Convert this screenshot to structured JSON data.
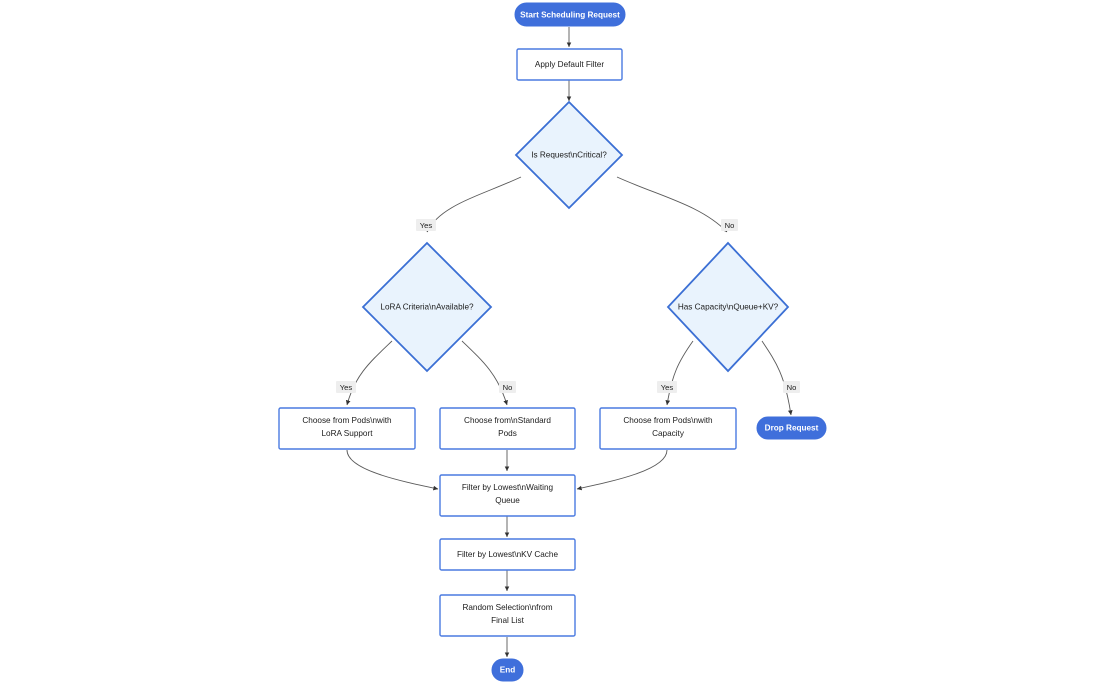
{
  "diagram": {
    "type": "flowchart",
    "title": "Scheduling Request Flowchart",
    "orientation": "top-down",
    "colors": {
      "start_end_fill": "#3f6fdb",
      "start_end_text": "#ffffff",
      "process_fill": "#ffffff",
      "process_border": "#4a7ae0",
      "decision_fill": "#e9f3fd",
      "decision_border": "#3b6fd4",
      "edge_stroke": "#5a5a5a",
      "edge_label_bg": "#eeeeee",
      "text": "#1b1b1b",
      "canvas": "#ffffff"
    },
    "nodes": [
      {
        "id": "start",
        "shape": "pill",
        "label": "Start Scheduling Request",
        "lines": [
          "Start Scheduling Request"
        ]
      },
      {
        "id": "default",
        "shape": "rect",
        "label": "Apply Default Filter",
        "lines": [
          "Apply Default Filter"
        ]
      },
      {
        "id": "critical",
        "shape": "diamond",
        "label": "Is Request\\nCritical?",
        "lines": [
          "Is Request\\nCritical?"
        ]
      },
      {
        "id": "lora",
        "shape": "diamond",
        "label": "LoRA Criteria\\nAvailable?",
        "lines": [
          "LoRA Criteria\\nAvailable?"
        ]
      },
      {
        "id": "capacity",
        "shape": "diamond",
        "label": "Has Capacity\\nQueue+KV?",
        "lines": [
          "Has Capacity\\nQueue+KV?"
        ]
      },
      {
        "id": "pods_lora",
        "shape": "rect",
        "label": "Choose from Pods\\nwith LoRA Support",
        "lines": [
          "Choose from Pods\\nwith",
          "LoRA Support"
        ]
      },
      {
        "id": "pods_std",
        "shape": "rect",
        "label": "Choose from\\nStandard Pods",
        "lines": [
          "Choose from\\nStandard",
          "Pods"
        ]
      },
      {
        "id": "pods_cap",
        "shape": "rect",
        "label": "Choose from Pods\\nwith Capacity",
        "lines": [
          "Choose from Pods\\nwith",
          "Capacity"
        ]
      },
      {
        "id": "drop",
        "shape": "pill",
        "label": "Drop Request",
        "lines": [
          "Drop Request"
        ]
      },
      {
        "id": "filter_queue",
        "shape": "rect",
        "label": "Filter by Lowest\\nWaiting Queue",
        "lines": [
          "Filter by Lowest\\nWaiting",
          "Queue"
        ]
      },
      {
        "id": "filter_kv",
        "shape": "rect",
        "label": "Filter by Lowest\\nKV Cache",
        "lines": [
          "Filter by Lowest\\nKV Cache"
        ]
      },
      {
        "id": "random",
        "shape": "rect",
        "label": "Random Selection\\nfrom Final List",
        "lines": [
          "Random Selection\\nfrom",
          "Final List"
        ]
      },
      {
        "id": "end",
        "shape": "pill",
        "label": "End",
        "lines": [
          "End"
        ]
      }
    ],
    "edges": [
      {
        "from": "start",
        "to": "default",
        "label": ""
      },
      {
        "from": "default",
        "to": "critical",
        "label": ""
      },
      {
        "from": "critical",
        "to": "lora",
        "label": "Yes"
      },
      {
        "from": "critical",
        "to": "capacity",
        "label": "No"
      },
      {
        "from": "lora",
        "to": "pods_lora",
        "label": "Yes"
      },
      {
        "from": "lora",
        "to": "pods_std",
        "label": "No"
      },
      {
        "from": "capacity",
        "to": "pods_cap",
        "label": "Yes"
      },
      {
        "from": "capacity",
        "to": "drop",
        "label": "No"
      },
      {
        "from": "pods_lora",
        "to": "filter_queue",
        "label": ""
      },
      {
        "from": "pods_std",
        "to": "filter_queue",
        "label": ""
      },
      {
        "from": "pods_cap",
        "to": "filter_queue",
        "label": ""
      },
      {
        "from": "filter_queue",
        "to": "filter_kv",
        "label": ""
      },
      {
        "from": "filter_kv",
        "to": "random",
        "label": ""
      },
      {
        "from": "random",
        "to": "end",
        "label": ""
      }
    ],
    "edge_labels": {
      "critical_yes": "Yes",
      "critical_no": "No",
      "lora_yes": "Yes",
      "lora_no": "No",
      "capacity_yes": "Yes",
      "capacity_no": "No"
    }
  }
}
